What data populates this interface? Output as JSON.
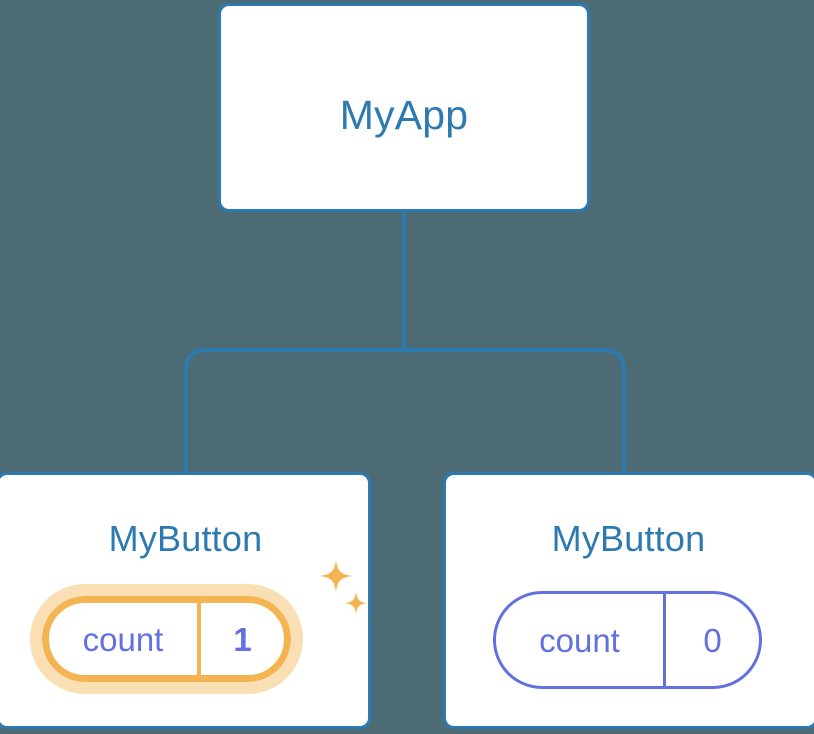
{
  "diagram": {
    "type": "component-tree",
    "background_color": "#4d6b75",
    "node_border_color": "#2c7ab0",
    "node_title_color": "#2c7ab0",
    "connector_color": "#2c7ab0",
    "state_color": "#6270e0",
    "highlight_color": "#f5b452",
    "highlight_glow_color": "#fbdfb4",
    "nodes": {
      "root": {
        "title": "MyApp"
      },
      "child_left": {
        "title": "MyButton",
        "state": {
          "key": "count",
          "value": "1"
        },
        "highlighted": "true"
      },
      "child_right": {
        "title": "MyButton",
        "state": {
          "key": "count",
          "value": "0"
        },
        "highlighted": "false"
      }
    },
    "icons": {
      "sparkle_large": "sparkle-icon",
      "sparkle_small": "sparkle-icon"
    }
  }
}
